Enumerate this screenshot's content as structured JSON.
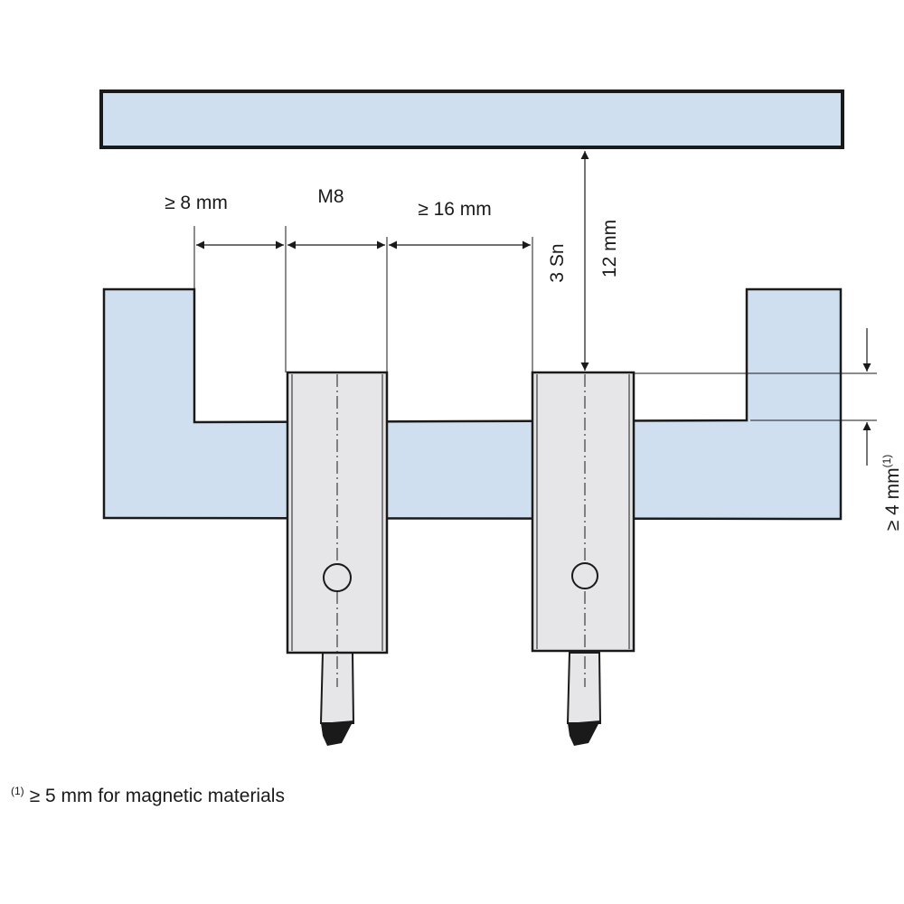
{
  "dimensions": {
    "left_gap": "≥ 8 mm",
    "sensor_size": "M8",
    "between_gap": "≥ 16 mm",
    "sensing_distance": "3 Sn",
    "target_distance": "12 mm",
    "recess": "≥ 4 mm",
    "recess_ref": "(1)"
  },
  "footnote": {
    "ref": "(1)",
    "text": "≥ 5 mm for magnetic materials"
  },
  "colors": {
    "mounting_block": "#cfdff0",
    "sensor_body": "#e6e6e8",
    "outline": "#1a1a1a"
  }
}
